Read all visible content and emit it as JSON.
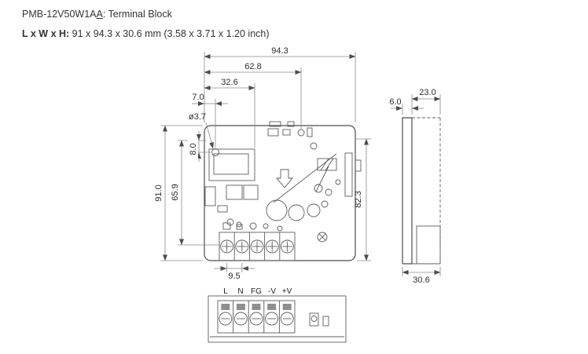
{
  "header": {
    "model_prefix": "PMB-12V50W1A",
    "model_underlined": "A",
    "title_suffix": ": Terminal Block",
    "dims_label": "L x W x H:",
    "dims_value": " 91 x 94.3 x 30.6 mm (3.58 x 3.71 x 1.20 inch)"
  },
  "top_view": {
    "dim_width_total": "94.3",
    "dim_width_62_8": "62.8",
    "dim_width_32_6": "32.6",
    "dim_width_7_0": "7.0",
    "dim_hole_dia": "ø3.7",
    "dim_height_8_0": "8.0",
    "dim_height_65_9": "65.9",
    "dim_height_total": "91.0",
    "dim_height_right": "82.3",
    "dim_pitch_9_5": "9.5"
  },
  "side_view": {
    "dim_6_0": "6.0",
    "dim_23_0": "23.0",
    "dim_depth_total": "30.6"
  },
  "front_view": {
    "terminals": [
      "L",
      "N",
      "FG",
      "-V",
      "+V"
    ]
  }
}
